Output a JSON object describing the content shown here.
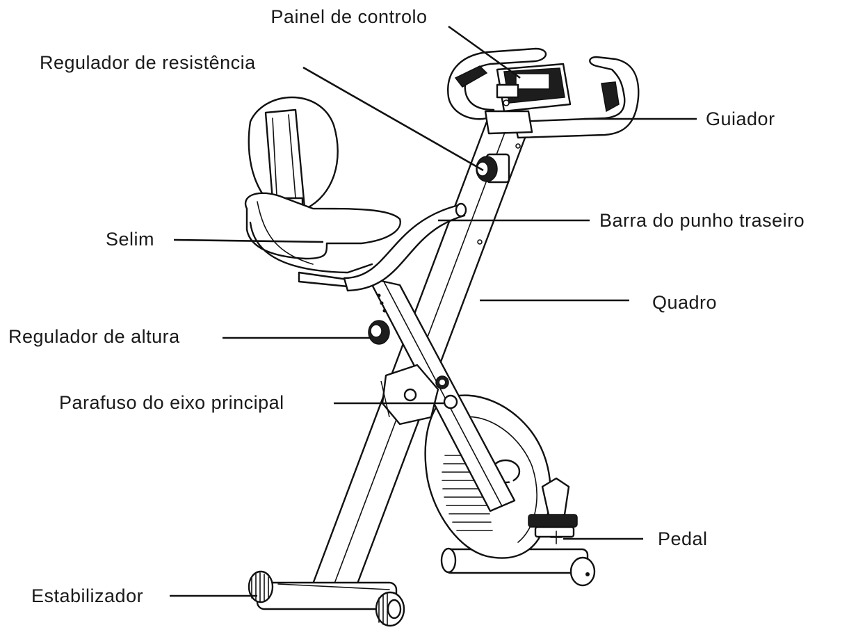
{
  "labels": {
    "painel": "Painel de controlo",
    "resistencia": "Regulador de resistência",
    "guiador": "Guiador",
    "selim": "Selim",
    "barra": "Barra do punho traseiro",
    "quadro": "Quadro",
    "altura": "Regulador de altura",
    "parafuso": "Parafuso do eixo principal",
    "pedal": "Pedal",
    "estabilizador": "Estabilizador"
  }
}
